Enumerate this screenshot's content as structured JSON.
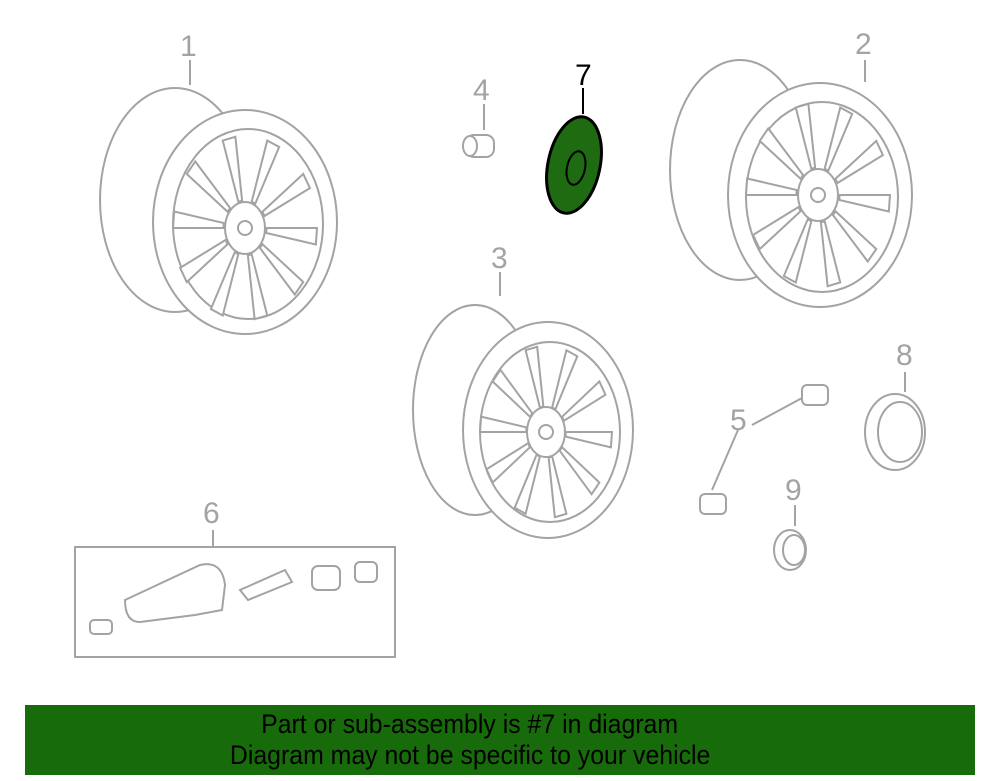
{
  "diagram": {
    "callouts": {
      "c1": "1",
      "c2": "2",
      "c3": "3",
      "c4": "4",
      "c5": "5",
      "c6": "6",
      "c7": "7",
      "c8": "8",
      "c9": "9"
    },
    "highlighted_part": "7",
    "highlight_color": "#1f6b12",
    "line_color": "#a3a3a3"
  },
  "banner": {
    "line1": "Part or sub-assembly is #7 in diagram",
    "line2": "Diagram may not be specific to your vehicle",
    "color": "#176b0a"
  }
}
